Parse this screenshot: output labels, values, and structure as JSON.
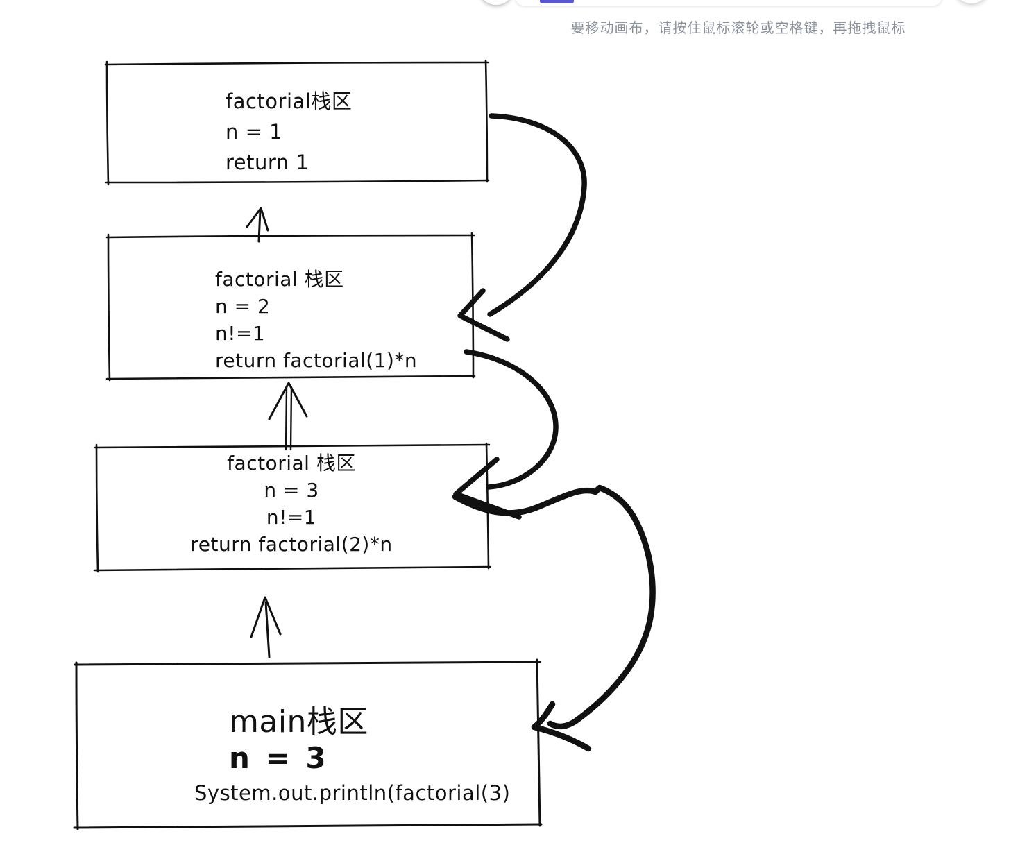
{
  "ui": {
    "canvas_hint": "要移动画布，请按住鼠标滚轮或空格键，再拖拽鼠标",
    "colors": {
      "stroke": "#111111",
      "hint_text": "#8b9099",
      "selected_tool_accent": "#5b57d1",
      "toolbar_bg": "#ffffff",
      "canvas_bg": "#ffffff"
    }
  },
  "diagram": {
    "frames": [
      {
        "lines": [
          "factorial栈区",
          "n = 1",
          "return 1"
        ]
      },
      {
        "lines": [
          "factorial 栈区",
          "n = 2",
          "n!=1",
          "return factorial(1)*n"
        ]
      },
      {
        "lines": [
          "factorial 栈区",
          "n = 3",
          "n!=1",
          "return factorial(2)*n"
        ]
      },
      {
        "lines": [
          "main栈区",
          "n = 3",
          "System.out.println(factorial(3)"
        ]
      }
    ]
  }
}
